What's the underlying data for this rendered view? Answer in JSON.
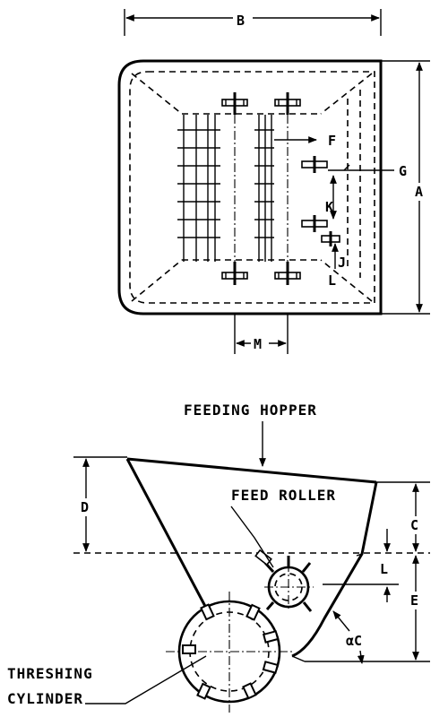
{
  "labels": {
    "B": "B",
    "A": "A",
    "F": "F",
    "G": "G",
    "K": "K",
    "L_top": "L",
    "J": "J",
    "M": "M",
    "D": "D",
    "C": "C",
    "L_bottom": "L",
    "E": "E",
    "alpha": "αC",
    "feeding_hopper": "FEEDING HOPPER",
    "feed_roller": "FEED ROLLER",
    "threshing_line1": "THRESHING",
    "threshing_line2": "CYLINDER"
  }
}
